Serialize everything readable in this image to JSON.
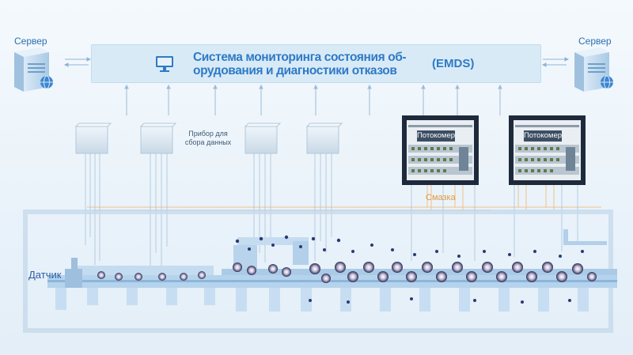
{
  "header": {
    "title": "Система мониторинга состояния об-орудования и диагностики отказов",
    "title_line1": "Система мониторинга состояния об-",
    "title_line2": "орудования и диагностики отказов",
    "abbreviation": "(EMDS)"
  },
  "servers": {
    "left_label": "Сервер",
    "right_label": "Сервер"
  },
  "daq": {
    "label_line1": "Прибор для",
    "label_line2": "сбора данных"
  },
  "flowmeters": {
    "left_label": "Потокомер",
    "right_label": "Потокомер"
  },
  "lubrication": {
    "label": "Смазка"
  },
  "sensor": {
    "label": "Датчик"
  },
  "colors": {
    "title": "#2e7ac5",
    "label": "#2b6fb2",
    "lubrication": "#e59a3c",
    "server_body": "#c7dff2",
    "flowmeter_frame": "#1e2a3c"
  },
  "icons": [
    "server-icon",
    "monitor-icon",
    "globe-icon",
    "bidirectional-arrow-icon"
  ]
}
